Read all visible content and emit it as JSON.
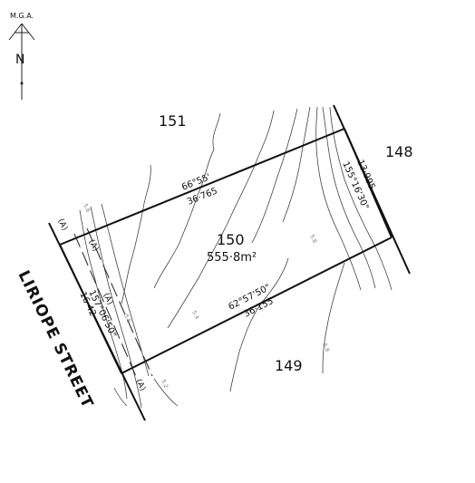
{
  "north_arrow": {
    "label": "M.G.A.",
    "letter": "N"
  },
  "street": {
    "name": "LIRIOPE STREET"
  },
  "lots": {
    "subject": {
      "number": "150",
      "area": "555·8m²"
    },
    "north": {
      "number": "151"
    },
    "east": {
      "number": "148"
    },
    "south": {
      "number": "149"
    }
  },
  "dimensions": {
    "north_bearing": "66°55'",
    "north_distance": "36·765",
    "east_bearing": "155°16'30\"",
    "east_distance": "13·995",
    "south_bearing": "62°57'50\"",
    "south_distance": "36·155",
    "west_bearing": "157°06'50\"",
    "west_distance": "16·42"
  },
  "easement_labels": [
    "(A)",
    "(A)",
    "(A)",
    "(A)"
  ],
  "contour_labels": [
    "5.6",
    "5.8",
    "5.6",
    "5.4",
    "5.8",
    "5.2"
  ]
}
